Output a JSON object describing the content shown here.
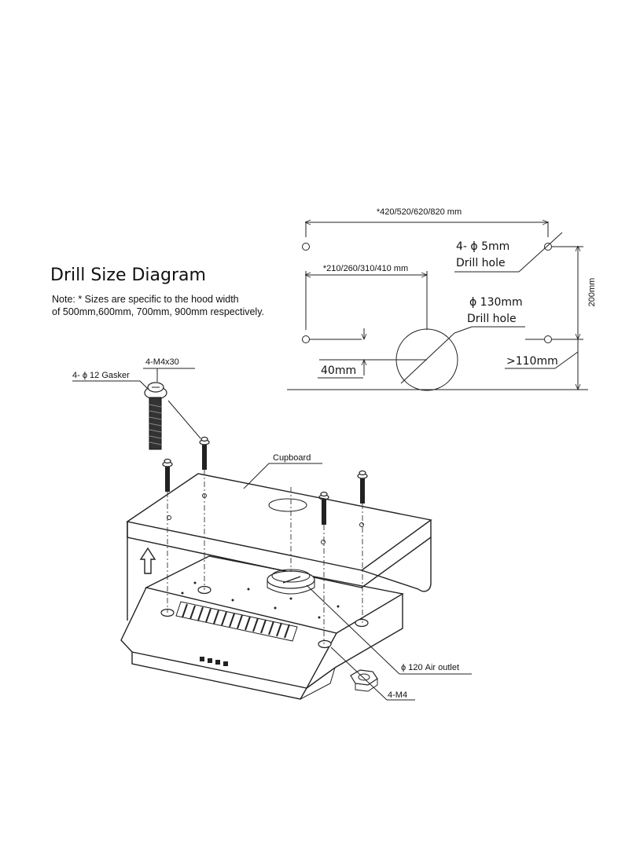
{
  "title": "Drill Size Diagram",
  "note": {
    "line1": "Note: * Sizes are specific to the hood width",
    "line2": "of 500mm,600mm, 700mm, 900mm respectively."
  },
  "dimensions": {
    "outer_width": "*420/520/620/820 mm",
    "inner_width": "*210/260/310/410 mm",
    "small_holes": "4- ϕ 5mm",
    "small_holes_sub": "Drill hole",
    "big_hole": "ϕ 130mm",
    "big_hole_sub": "Drill hole",
    "height": "200mm",
    "offset_40": "40mm",
    "offset_110": ">110mm"
  },
  "assembly": {
    "screw": "4-M4x30",
    "gasket": "4- ϕ 12 Gasker",
    "cupboard": "Cupboard",
    "air_outlet": "ϕ 120 Air outlet",
    "nut": "4-M4"
  }
}
